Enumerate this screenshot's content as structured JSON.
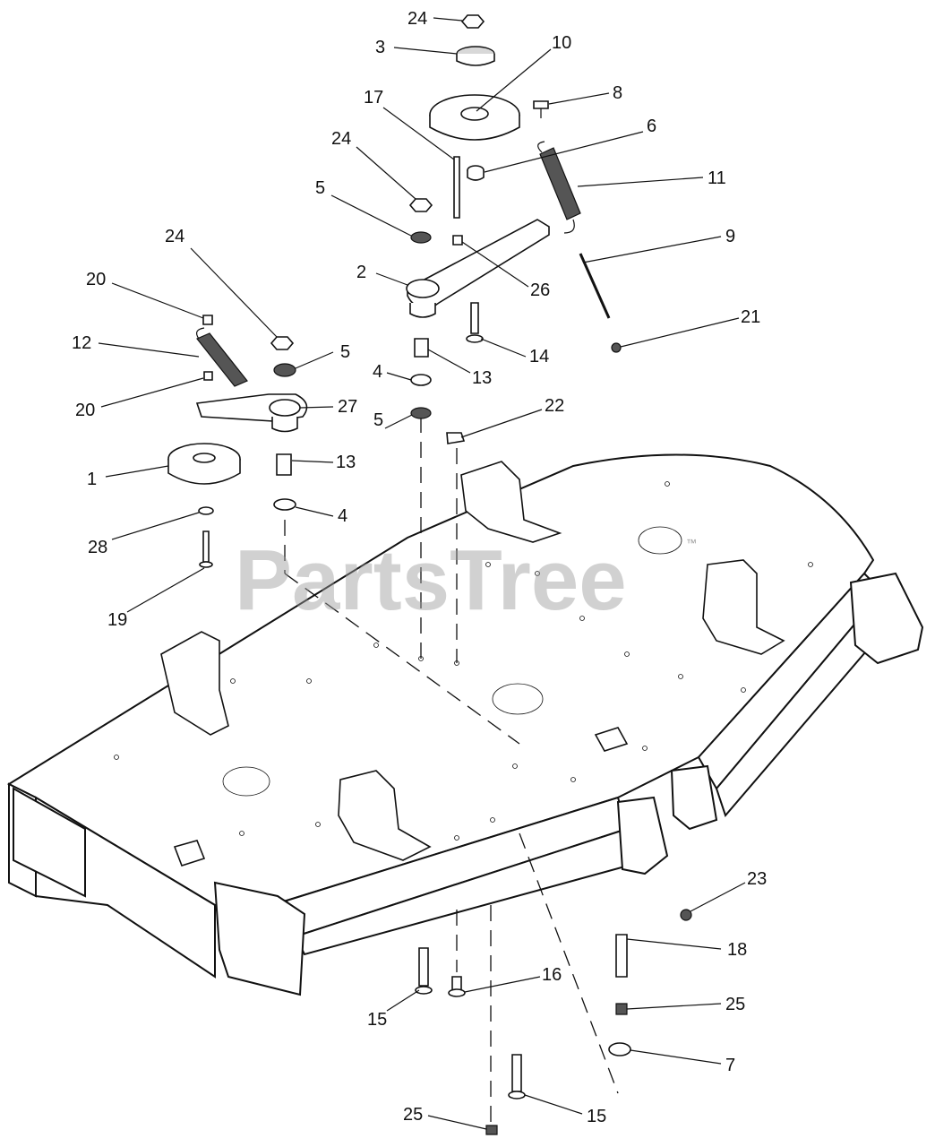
{
  "watermark": {
    "text": "PartsTree",
    "tm": "™"
  },
  "callouts": [
    {
      "id": "c24a",
      "label": "24"
    },
    {
      "id": "c3",
      "label": "3"
    },
    {
      "id": "c10",
      "label": "10"
    },
    {
      "id": "c8",
      "label": "8"
    },
    {
      "id": "c17",
      "label": "17"
    },
    {
      "id": "c6",
      "label": "6"
    },
    {
      "id": "c24b",
      "label": "24"
    },
    {
      "id": "c11",
      "label": "11"
    },
    {
      "id": "c5a",
      "label": "5"
    },
    {
      "id": "c9",
      "label": "9"
    },
    {
      "id": "c24c",
      "label": "24"
    },
    {
      "id": "c2",
      "label": "2"
    },
    {
      "id": "c26",
      "label": "26"
    },
    {
      "id": "c20a",
      "label": "20"
    },
    {
      "id": "c21",
      "label": "21"
    },
    {
      "id": "c12",
      "label": "12"
    },
    {
      "id": "c5b",
      "label": "5"
    },
    {
      "id": "c14",
      "label": "14"
    },
    {
      "id": "c13a",
      "label": "13"
    },
    {
      "id": "c4a",
      "label": "4"
    },
    {
      "id": "c20b",
      "label": "20"
    },
    {
      "id": "c27",
      "label": "27"
    },
    {
      "id": "c22",
      "label": "22"
    },
    {
      "id": "c5c",
      "label": "5"
    },
    {
      "id": "c1",
      "label": "1"
    },
    {
      "id": "c13b",
      "label": "13"
    },
    {
      "id": "c4b",
      "label": "4"
    },
    {
      "id": "c28",
      "label": "28"
    },
    {
      "id": "c19",
      "label": "19"
    },
    {
      "id": "c23",
      "label": "23"
    },
    {
      "id": "c18",
      "label": "18"
    },
    {
      "id": "c16",
      "label": "16"
    },
    {
      "id": "c25a",
      "label": "25"
    },
    {
      "id": "c15a",
      "label": "15"
    },
    {
      "id": "c7",
      "label": "7"
    },
    {
      "id": "c25b",
      "label": "25"
    },
    {
      "id": "c15b",
      "label": "15"
    }
  ]
}
